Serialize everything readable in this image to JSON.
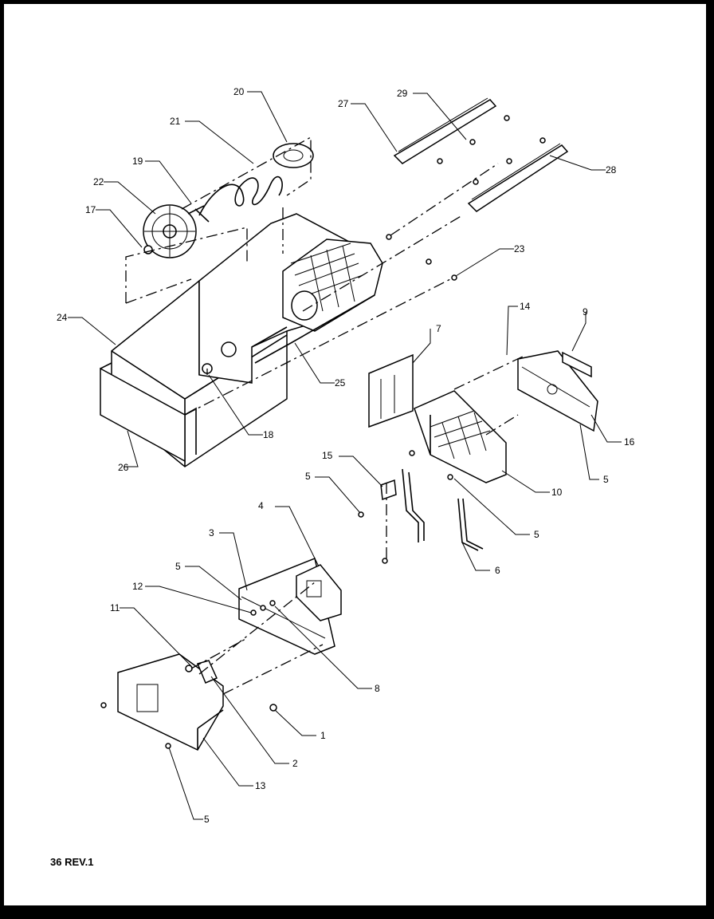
{
  "diagram": {
    "callouts": [
      "1",
      "2",
      "3",
      "4",
      "5",
      "6",
      "7",
      "8",
      "9",
      "10",
      "11",
      "12",
      "13",
      "14",
      "15",
      "16",
      "17",
      "18",
      "19",
      "20",
      "21",
      "22",
      "23",
      "24",
      "25",
      "26",
      "27",
      "28",
      "29"
    ],
    "revision_code": "36 REV.1"
  },
  "colors": {
    "ink": "#000000",
    "paper": "#ffffff",
    "frame": "#000000"
  }
}
